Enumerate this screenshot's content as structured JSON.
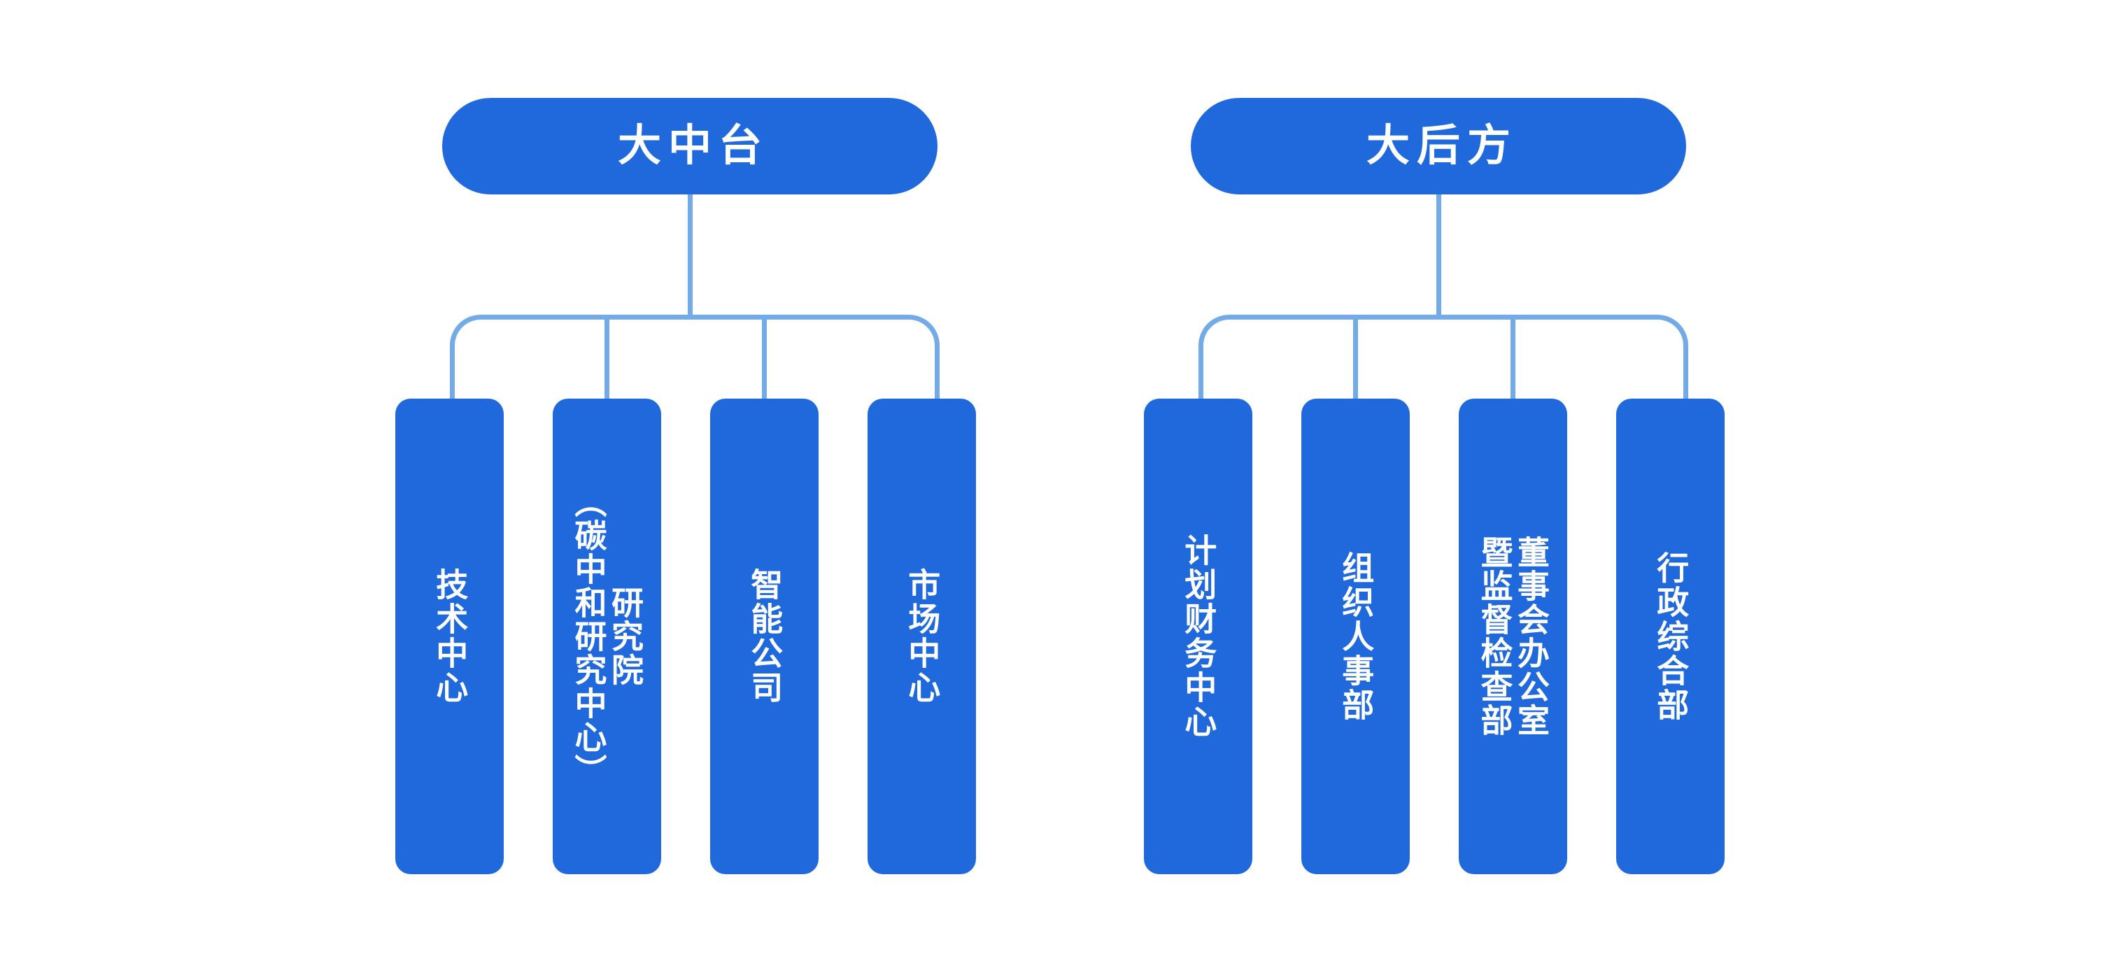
{
  "diagram": {
    "title_visible": false,
    "colors": {
      "node_fill": "#2069dc",
      "connector": "#72abe8",
      "text": "#ffffff",
      "background": "#ffffff"
    }
  },
  "groups": [
    {
      "id": "zhongtai",
      "header": "大中台",
      "children": [
        {
          "label": "技术中心",
          "lines": 1
        },
        {
          "label": "研究院\n（碳中和研究中心）",
          "lines": 2
        },
        {
          "label": "智能公司",
          "lines": 1
        },
        {
          "label": "市场中心",
          "lines": 1
        }
      ]
    },
    {
      "id": "houfang",
      "header": "大后方",
      "children": [
        {
          "label": "计划财务中心",
          "lines": 1
        },
        {
          "label": "组织人事部",
          "lines": 1
        },
        {
          "label": "董事会办公室\n暨监督检查部",
          "lines": 2
        },
        {
          "label": "行政综合部",
          "lines": 1
        }
      ]
    }
  ],
  "chart_data": {
    "type": "diagram",
    "subtype": "org-chart",
    "orientation": "top-down",
    "title": "",
    "nodes": [
      {
        "id": "n0",
        "label": "大中台",
        "level": 0,
        "shape": "pill"
      },
      {
        "id": "n0-1",
        "label": "技术中心",
        "level": 1,
        "parent": "n0",
        "shape": "rounded-rect"
      },
      {
        "id": "n0-2",
        "label": "研究院（碳中和研究中心）",
        "level": 1,
        "parent": "n0",
        "shape": "rounded-rect"
      },
      {
        "id": "n0-3",
        "label": "智能公司",
        "level": 1,
        "parent": "n0",
        "shape": "rounded-rect"
      },
      {
        "id": "n0-4",
        "label": "市场中心",
        "level": 1,
        "parent": "n0",
        "shape": "rounded-rect"
      },
      {
        "id": "n1",
        "label": "大后方",
        "level": 0,
        "shape": "pill"
      },
      {
        "id": "n1-1",
        "label": "计划财务中心",
        "level": 1,
        "parent": "n1",
        "shape": "rounded-rect"
      },
      {
        "id": "n1-2",
        "label": "组织人事部",
        "level": 1,
        "parent": "n1",
        "shape": "rounded-rect"
      },
      {
        "id": "n1-3",
        "label": "董事会办公室暨监督检查部",
        "level": 1,
        "parent": "n1",
        "shape": "rounded-rect"
      },
      {
        "id": "n1-4",
        "label": "行政综合部",
        "level": 1,
        "parent": "n1",
        "shape": "rounded-rect"
      }
    ],
    "edges": [
      {
        "from": "n0",
        "to": "n0-1"
      },
      {
        "from": "n0",
        "to": "n0-2"
      },
      {
        "from": "n0",
        "to": "n0-3"
      },
      {
        "from": "n0",
        "to": "n0-4"
      },
      {
        "from": "n1",
        "to": "n1-1"
      },
      {
        "from": "n1",
        "to": "n1-2"
      },
      {
        "from": "n1",
        "to": "n1-3"
      },
      {
        "from": "n1",
        "to": "n1-4"
      }
    ],
    "legend": [],
    "annotations": []
  }
}
